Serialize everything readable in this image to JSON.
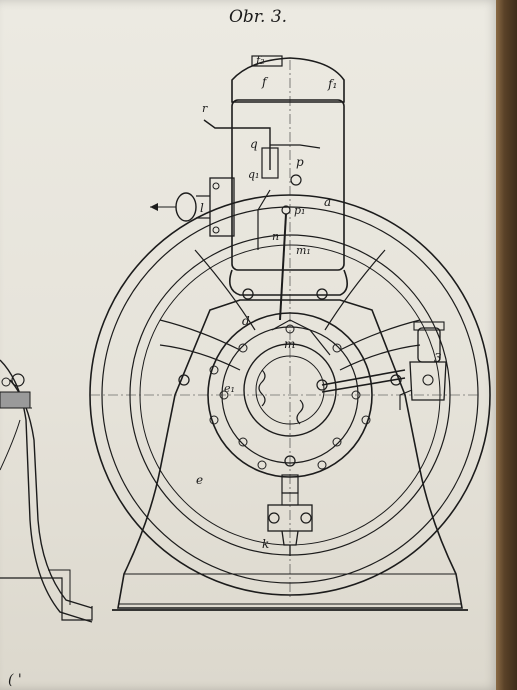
{
  "figure": {
    "title": "Obr. 3."
  },
  "labels": {
    "f2": "f₂",
    "f": "f",
    "f1": "f₁",
    "r": "r",
    "q": "q",
    "q1": "q₁",
    "p": "p",
    "p1": "p₁",
    "a": "a",
    "l": "l",
    "n": "n",
    "m1": "m₁",
    "d": "d",
    "m": "m",
    "e1": "e₁",
    "e": "e",
    "three": "3",
    "k": "k"
  },
  "margin_mark": "( '"
}
